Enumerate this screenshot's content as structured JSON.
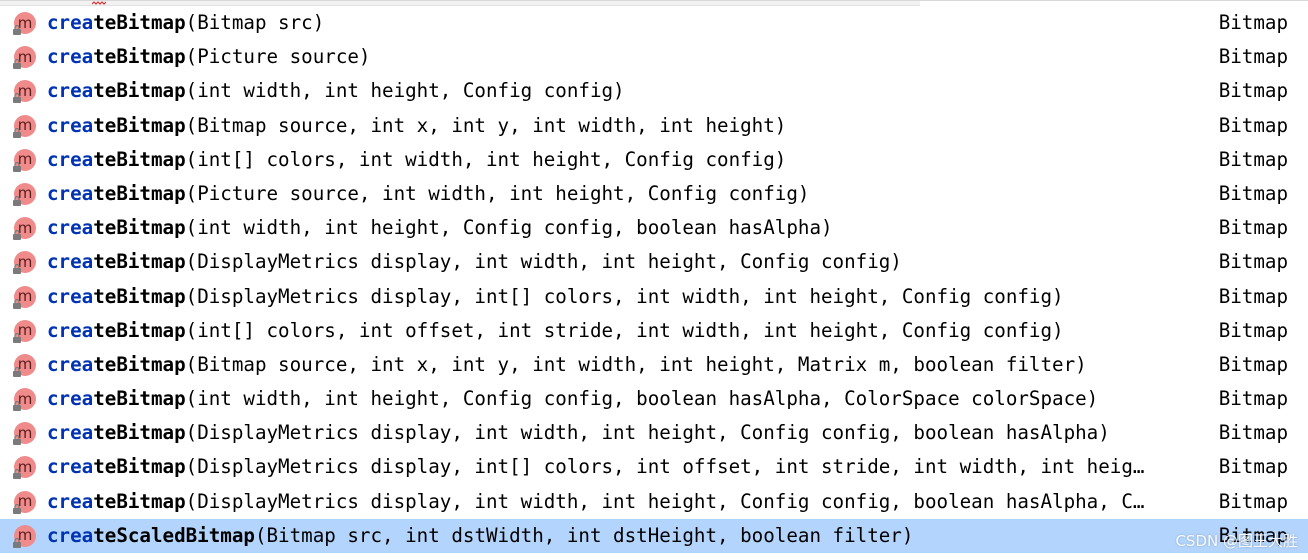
{
  "popup": {
    "typed_prefix": "crea",
    "items": [
      {
        "match": "crea",
        "name": "teBitmap",
        "params": "(Bitmap src)",
        "return_type": "Bitmap",
        "icon": "method-icon",
        "selected": false
      },
      {
        "match": "crea",
        "name": "teBitmap",
        "params": "(Picture source)",
        "return_type": "Bitmap",
        "icon": "method-icon",
        "selected": false
      },
      {
        "match": "crea",
        "name": "teBitmap",
        "params": "(int width, int height, Config config)",
        "return_type": "Bitmap",
        "icon": "method-icon",
        "selected": false
      },
      {
        "match": "crea",
        "name": "teBitmap",
        "params": "(Bitmap source, int x, int y, int width, int height)",
        "return_type": "Bitmap",
        "icon": "method-icon",
        "selected": false
      },
      {
        "match": "crea",
        "name": "teBitmap",
        "params": "(int[] colors, int width, int height, Config config)",
        "return_type": "Bitmap",
        "icon": "method-icon",
        "selected": false
      },
      {
        "match": "crea",
        "name": "teBitmap",
        "params": "(Picture source, int width, int height, Config config)",
        "return_type": "Bitmap",
        "icon": "method-icon",
        "selected": false
      },
      {
        "match": "crea",
        "name": "teBitmap",
        "params": "(int width, int height, Config config, boolean hasAlpha)",
        "return_type": "Bitmap",
        "icon": "method-icon",
        "selected": false
      },
      {
        "match": "crea",
        "name": "teBitmap",
        "params": "(DisplayMetrics display, int width, int height, Config config)",
        "return_type": "Bitmap",
        "icon": "method-icon",
        "selected": false
      },
      {
        "match": "crea",
        "name": "teBitmap",
        "params": "(DisplayMetrics display, int[] colors, int width, int height, Config config)",
        "return_type": "Bitmap",
        "icon": "method-icon",
        "selected": false
      },
      {
        "match": "crea",
        "name": "teBitmap",
        "params": "(int[] colors, int offset, int stride, int width, int height, Config config)",
        "return_type": "Bitmap",
        "icon": "method-icon",
        "selected": false
      },
      {
        "match": "crea",
        "name": "teBitmap",
        "params": "(Bitmap source, int x, int y, int width, int height, Matrix m, boolean filter)",
        "return_type": "Bitmap",
        "icon": "method-icon",
        "selected": false
      },
      {
        "match": "crea",
        "name": "teBitmap",
        "params": "(int width, int height, Config config, boolean hasAlpha, ColorSpace colorSpace)",
        "return_type": "Bitmap",
        "icon": "method-icon",
        "selected": false
      },
      {
        "match": "crea",
        "name": "teBitmap",
        "params": "(DisplayMetrics display, int width, int height, Config config, boolean hasAlpha)",
        "return_type": "Bitmap",
        "icon": "method-icon",
        "selected": false
      },
      {
        "match": "crea",
        "name": "teBitmap",
        "params": "(DisplayMetrics display, int[] colors, int offset, int stride, int width, int heig…",
        "return_type": "Bitmap",
        "icon": "method-icon",
        "selected": false
      },
      {
        "match": "crea",
        "name": "teBitmap",
        "params": "(DisplayMetrics display, int width, int height, Config config, boolean hasAlpha, C…",
        "return_type": "Bitmap",
        "icon": "method-icon",
        "selected": false
      },
      {
        "match": "crea",
        "name": "teScaledBitmap",
        "params": "(Bitmap src, int dstWidth, int dstHeight, boolean filter)",
        "return_type": "Bitmap",
        "icon": "method-icon",
        "selected": true
      }
    ]
  },
  "watermark": "CSDN @图王大胜",
  "colors": {
    "match_text": "#0033b3",
    "selection_bg": "#b3d4fc",
    "method_icon_bg": "#f08b8b"
  }
}
